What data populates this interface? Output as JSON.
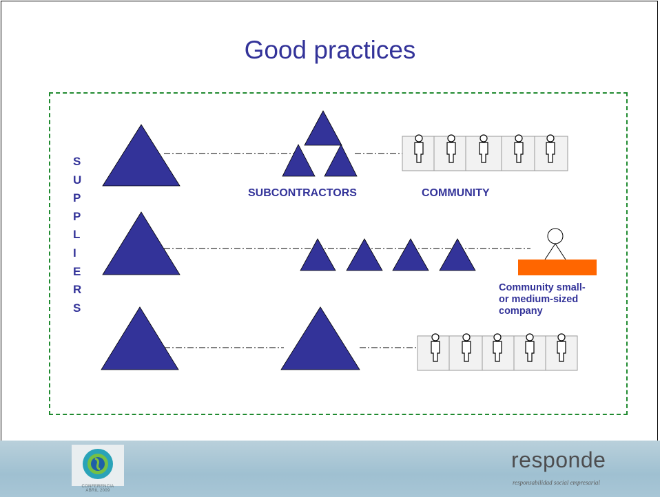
{
  "slide": {
    "title": "Good practices",
    "suppliers_letters": [
      "S",
      "U",
      "P",
      "P",
      "L",
      "I",
      "E",
      "R",
      "S"
    ],
    "labels": {
      "subcontractors": "SUBCONTRACTORS",
      "community": "COMMUNITY",
      "community_smb": "Community small- or medium-sized company"
    },
    "colors": {
      "triangle": "#333399",
      "text": "#333399",
      "dashed_border": "#1f8a2f",
      "smb_bar": "#ff6600"
    }
  },
  "footer": {
    "left_logo_text": "CONFERENCIA",
    "left_logo_subtext": "ABRIL 2009",
    "brand": "responde",
    "tagline": "responsabilidad social empresarial"
  }
}
